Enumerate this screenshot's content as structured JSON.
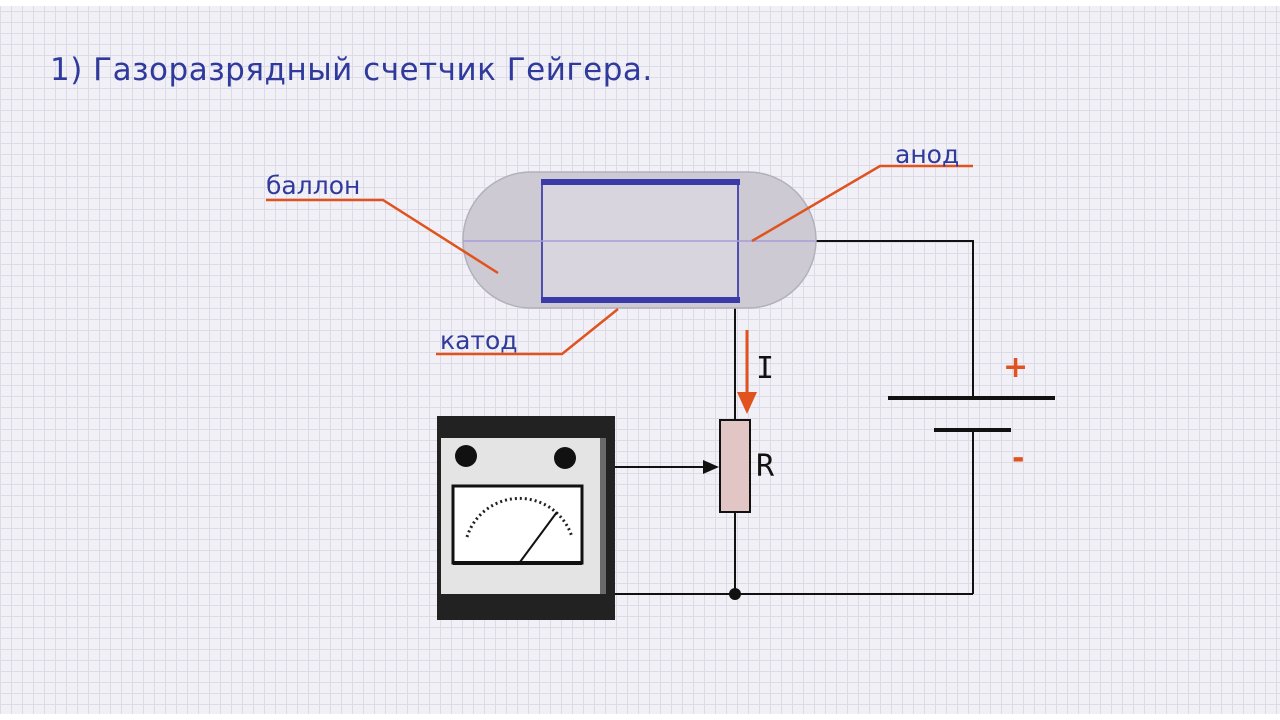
{
  "title": "1) Газоразрядный счетчик Гейгера.",
  "labels": {
    "bulb": "баллон",
    "anode": "анод",
    "cathode": "катод",
    "current": "I",
    "resistor": "R",
    "plus": "+",
    "minus": "-"
  },
  "colors": {
    "title": "#2f3a9c",
    "leader": "#e0521e",
    "electrode": "#3a3aa8",
    "bulb_fill": "#cdcad3",
    "wire": "#111111",
    "resistor_fill": "#e2c6c6"
  }
}
